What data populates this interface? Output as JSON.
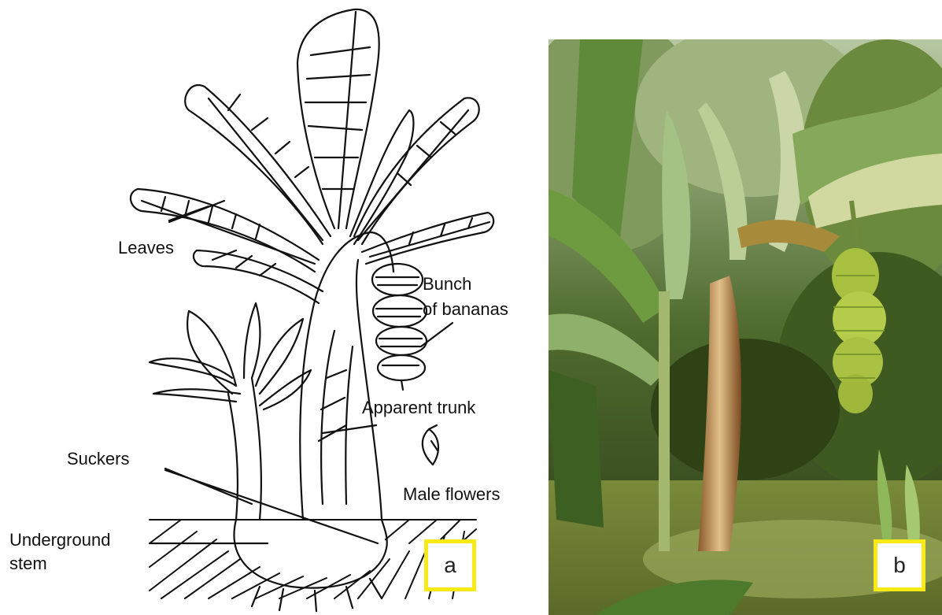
{
  "diagram": {
    "labels": {
      "leaves": "Leaves",
      "bunch_line1": "Bunch",
      "bunch_line2": "of bananas",
      "apparent_trunk": "Apparent trunk",
      "male_flowers": "Male flowers",
      "suckers": "Suckers",
      "underground_line1": "Underground",
      "underground_line2": "stem"
    },
    "panel_tag": "a"
  },
  "photo": {
    "panel_tag": "b"
  },
  "colors": {
    "tag_border": "#f7ea16",
    "line_art": "#111111"
  }
}
